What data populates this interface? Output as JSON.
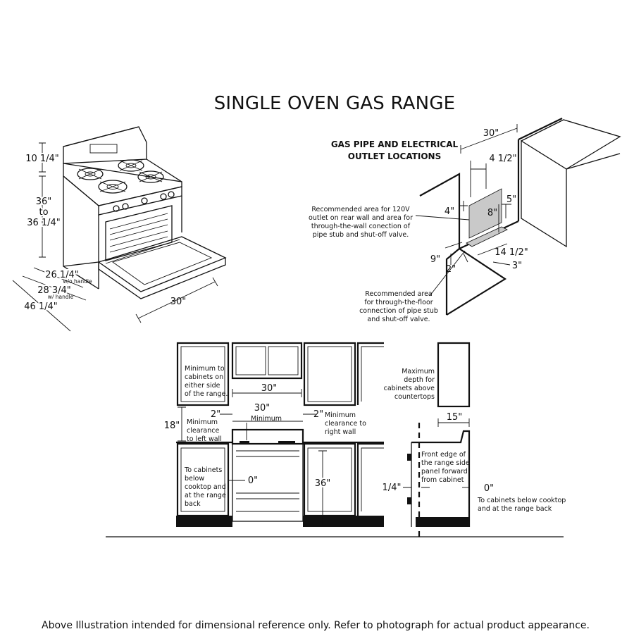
{
  "title": "SINGLE OVEN GAS RANGE",
  "range_view": {
    "dims": {
      "backguard": "10 1/4\"",
      "height_top": "36\"",
      "height_to": "to",
      "height_bottom": "36 1/4\"",
      "depth_no_handle": "26 1/4\"",
      "depth_no_handle_note": "w/o handle",
      "depth_handle": "28 3/4\"",
      "depth_handle_note": "w/ handle",
      "depth_door_open": "46 1/4\"",
      "width": "30\""
    }
  },
  "gas_pipe": {
    "heading_line1": "GAS PIPE AND ELECTRICAL",
    "heading_line2": "OUTLET LOCATIONS",
    "dims": {
      "width": "30\"",
      "offset_4_1_2": "4 1/2\"",
      "d4": "4\"",
      "d5": "5\"",
      "d8": "8\"",
      "d9": "9\"",
      "d2": "2\"",
      "d14_1_2": "14 1/2\"",
      "d3": "3\""
    },
    "note_wall": [
      "Recommended area for 120V",
      "outlet on rear wall and area for",
      "through-the-wall conection of",
      "pipe stub and shut-off valve."
    ],
    "note_floor": [
      "Recommended area",
      "for through-the-floor",
      "connection of pipe stub",
      "and shut-off valve."
    ]
  },
  "front_view": {
    "note_min_cabinets": [
      "Minimum to",
      "cabinets on",
      "either side",
      "of the range."
    ],
    "dim_30_upper": "30\"",
    "dim_2_left": "2\"",
    "dim_30_min": "30\"",
    "dim_30_min_note": "Minimum",
    "dim_2_right": "2\"",
    "note_right_wall": [
      "Minimum",
      "clearance to",
      "right wall"
    ],
    "dim_18": "18\"",
    "note_left_wall": [
      "Minimum",
      "clearance",
      "to left wall"
    ],
    "note_below": [
      "To cabinets",
      "below",
      "cooktop and",
      "at the range",
      "back"
    ],
    "dim_0": "0\"",
    "dim_36": "36\""
  },
  "side_view": {
    "note_max_depth": [
      "Maximum",
      "depth for",
      "cabinets above",
      "countertops"
    ],
    "dim_15": "15\"",
    "note_front_edge": [
      "Front edge of",
      "the range side",
      "panel forward",
      "from cabinet"
    ],
    "dim_quarter": "1/4\"",
    "dim_0": "0\"",
    "note_below": [
      "To cabinets below cooktop",
      "and at the range back"
    ]
  },
  "footer": "Above Illustration intended for dimensional reference only. Refer to photograph for actual product appearance."
}
